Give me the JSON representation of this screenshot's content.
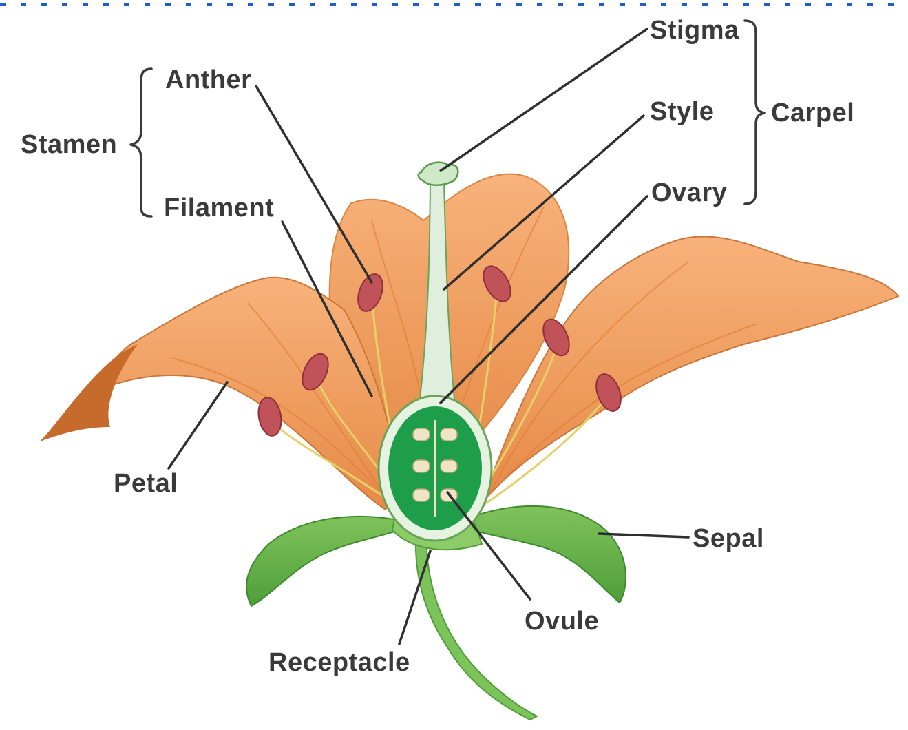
{
  "labels": {
    "stigma": "Stigma",
    "anther": "Anther",
    "style": "Style",
    "carpel": "Carpel",
    "stamen": "Stamen",
    "filament": "Filament",
    "ovary": "Ovary",
    "petal": "Petal",
    "sepal": "Sepal",
    "ovule": "Ovule",
    "receptacle": "Receptacle"
  },
  "colors": {
    "petal": "#f4a56a",
    "petal_dark": "#d9803f",
    "sepal": "#5aae3f",
    "ovary_green": "#1e9e4a",
    "stem": "#7cc35a",
    "anther": "#c0525a"
  }
}
